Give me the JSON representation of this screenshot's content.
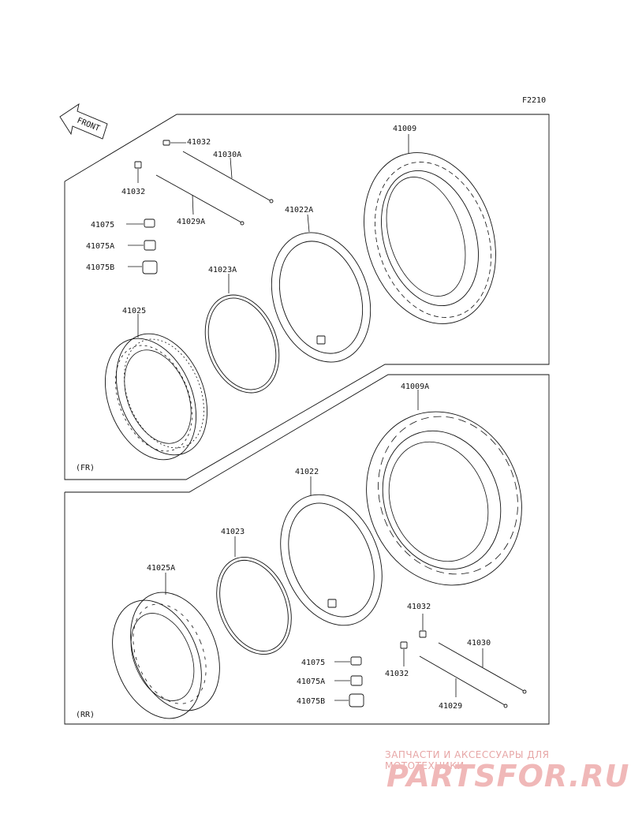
{
  "figure_code": "F2210",
  "front_label": "FRONT",
  "sections": {
    "front": "(FR)",
    "rear": "(RR)"
  },
  "labels": {
    "fr_41009": "41009",
    "fr_41032_top": "41032",
    "fr_41030A": "41030A",
    "fr_41032_left": "41032",
    "fr_41022A": "41022A",
    "fr_41029A": "41029A",
    "fr_41075": "41075",
    "fr_41075A": "41075A",
    "fr_41075B": "41075B",
    "fr_41023A": "41023A",
    "fr_41025": "41025",
    "rr_41009A": "41009A",
    "rr_41022": "41022",
    "rr_41023": "41023",
    "rr_41025A": "41025A",
    "rr_41032_right": "41032",
    "rr_41030": "41030",
    "rr_41032_left": "41032",
    "rr_41075": "41075",
    "rr_41075A": "41075A",
    "rr_41075B": "41075B",
    "rr_41029": "41029"
  },
  "watermark": {
    "subtitle": "ЗАПЧАСТИ И АКСЕССУАРЫ ДЛЯ МОТОТЕХНИКИ",
    "brand": "PARTSFOR.RU"
  },
  "colors": {
    "line": "#111111",
    "watermark": "#f0b8b8"
  }
}
